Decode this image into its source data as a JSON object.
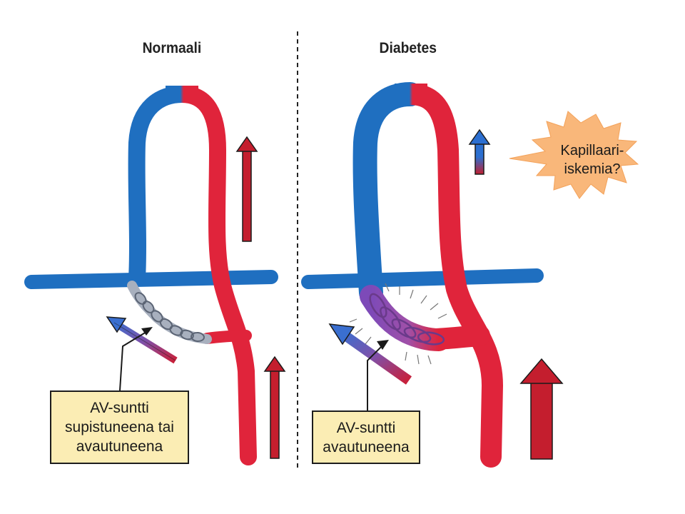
{
  "titles": {
    "left": "Normaali",
    "right": "Diabetes"
  },
  "labels": {
    "left": [
      "AV-suntti",
      "supistuneena tai",
      "avautuneena"
    ],
    "right": [
      "AV-suntti",
      "avautuneena"
    ]
  },
  "callout": [
    "Kapillaari-",
    "iskemia?"
  ],
  "colors": {
    "artery": "#e0243b",
    "vein": "#1f6fc0",
    "shunt_normal": "#a8b0be",
    "shunt_diabetes": "#8a4ab0",
    "label_fill": "#fbedb4",
    "callout_fill": "#f9b77a",
    "arrow_red": "#c41e2e"
  }
}
